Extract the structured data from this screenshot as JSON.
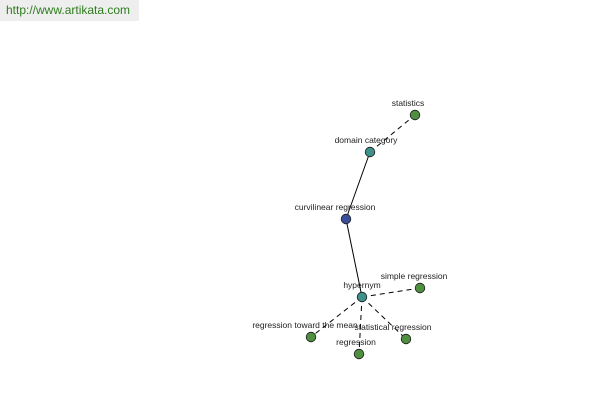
{
  "watermark": {
    "text": "http://www.artikata.com"
  },
  "colors": {
    "center": "#3a4f9a",
    "relation": "#3f8f8a",
    "leaf": "#4f8f3f",
    "watermark_text": "#2e7d1e"
  },
  "nodes": [
    {
      "id": "statistics",
      "label": "statistics",
      "kind": "leaf"
    },
    {
      "id": "domain_category",
      "label": "domain category",
      "kind": "relation"
    },
    {
      "id": "curvilinear_regression",
      "label": "curvilinear regression",
      "kind": "center"
    },
    {
      "id": "hypernym",
      "label": "hypernym",
      "kind": "relation"
    },
    {
      "id": "simple_regression",
      "label": "simple regression",
      "kind": "leaf"
    },
    {
      "id": "regression_toward_the_mean",
      "label": "regression toward the mean",
      "kind": "leaf"
    },
    {
      "id": "statistical_regression",
      "label": "statistical regression",
      "kind": "leaf"
    },
    {
      "id": "regression",
      "label": "regression",
      "kind": "leaf"
    }
  ],
  "edges": [
    {
      "from": "curvilinear_regression",
      "to": "domain_category",
      "style": "solid"
    },
    {
      "from": "domain_category",
      "to": "statistics",
      "style": "dashed"
    },
    {
      "from": "curvilinear_regression",
      "to": "hypernym",
      "style": "solid"
    },
    {
      "from": "hypernym",
      "to": "simple_regression",
      "style": "dashed"
    },
    {
      "from": "hypernym",
      "to": "regression_toward_the_mean",
      "style": "dashed"
    },
    {
      "from": "hypernym",
      "to": "statistical_regression",
      "style": "dashed"
    },
    {
      "from": "hypernym",
      "to": "regression",
      "style": "dashed"
    }
  ]
}
